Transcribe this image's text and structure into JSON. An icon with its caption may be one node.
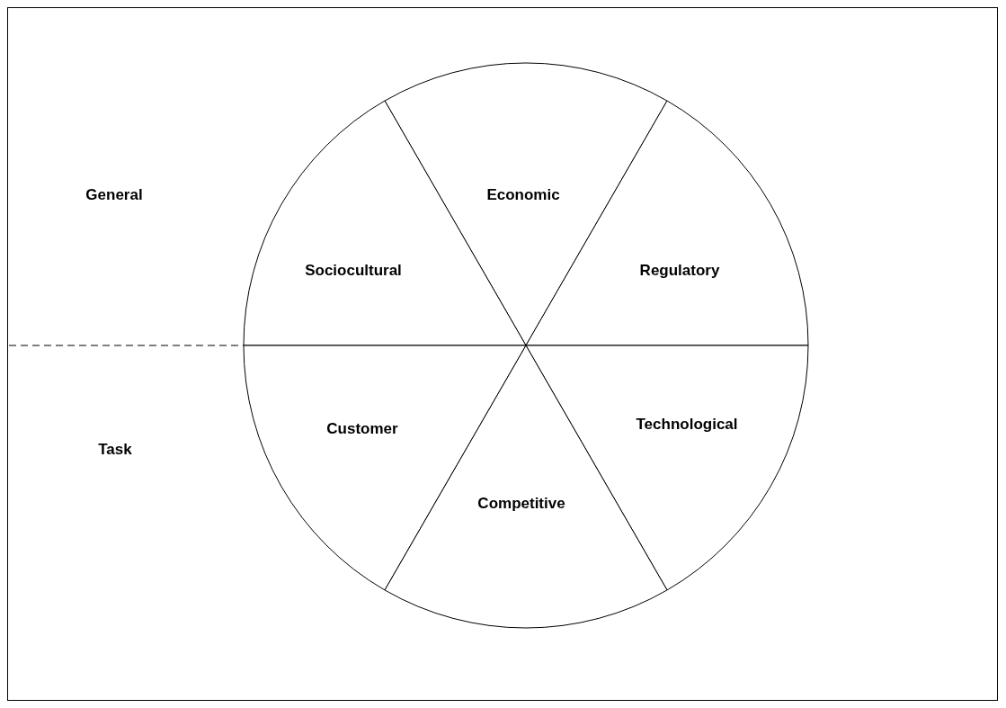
{
  "diagram": {
    "nodes": [
      {
        "text": [
          "Economic"
        ]
      },
      {
        "text": [
          "Sociocultural"
        ]
      },
      {
        "text": [
          "Regulatory"
        ]
      },
      {
        "text": [
          "Customer"
        ]
      },
      {
        "text": [
          "Technological"
        ]
      },
      {
        "text": [
          "Competitive"
        ]
      }
    ],
    "labels": [
      "General",
      "Task"
    ]
  }
}
